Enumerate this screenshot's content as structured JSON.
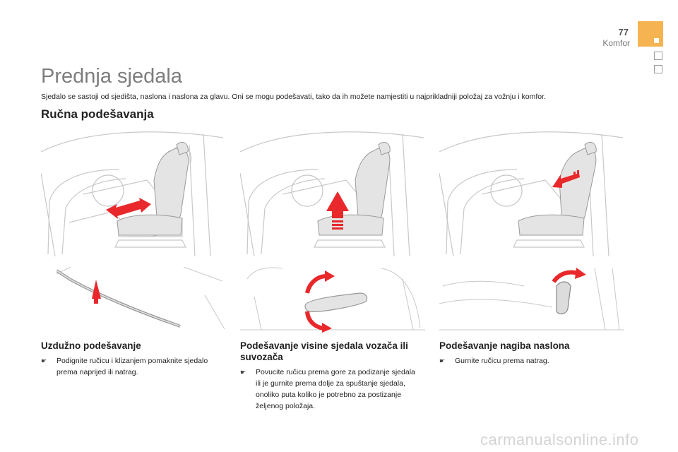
{
  "header": {
    "page_number": "77",
    "chapter": "Komfor",
    "accent_color": "#f6b352"
  },
  "title": "Prednja sjedala",
  "intro": "Sjedalo se sastoji od sjedišta, naslona i naslona za glavu. Oni se mogu podešavati, tako da ih možete namjestiti u najprikladniji položaj za vožnju i komfor.",
  "section_heading": "Ručna podešavanja",
  "columns": [
    {
      "heading": "Uzdužno podešavanje",
      "bullet": "Podignite ručicu i klizanjem pomaknite sjedalo prema naprijed ili natrag.",
      "icon": "bullet-arrow-icon"
    },
    {
      "heading": "Podešavanje visine sjedala vozača ili suvozača",
      "bullet": "Povucite ručicu prema gore za podizanje sjedala ili je gurnite prema dolje za spuštanje sjedala, onoliko puta koliko je potrebno za postizanje željenog položaja.",
      "icon": "bullet-arrow-icon"
    },
    {
      "heading": "Podešavanje nagiba naslona",
      "bullet": "Gurnite ručicu prema natrag.",
      "icon": "bullet-arrow-icon"
    }
  ],
  "watermark": "carmanualsonline.info",
  "arrow_color": "#e8282b"
}
